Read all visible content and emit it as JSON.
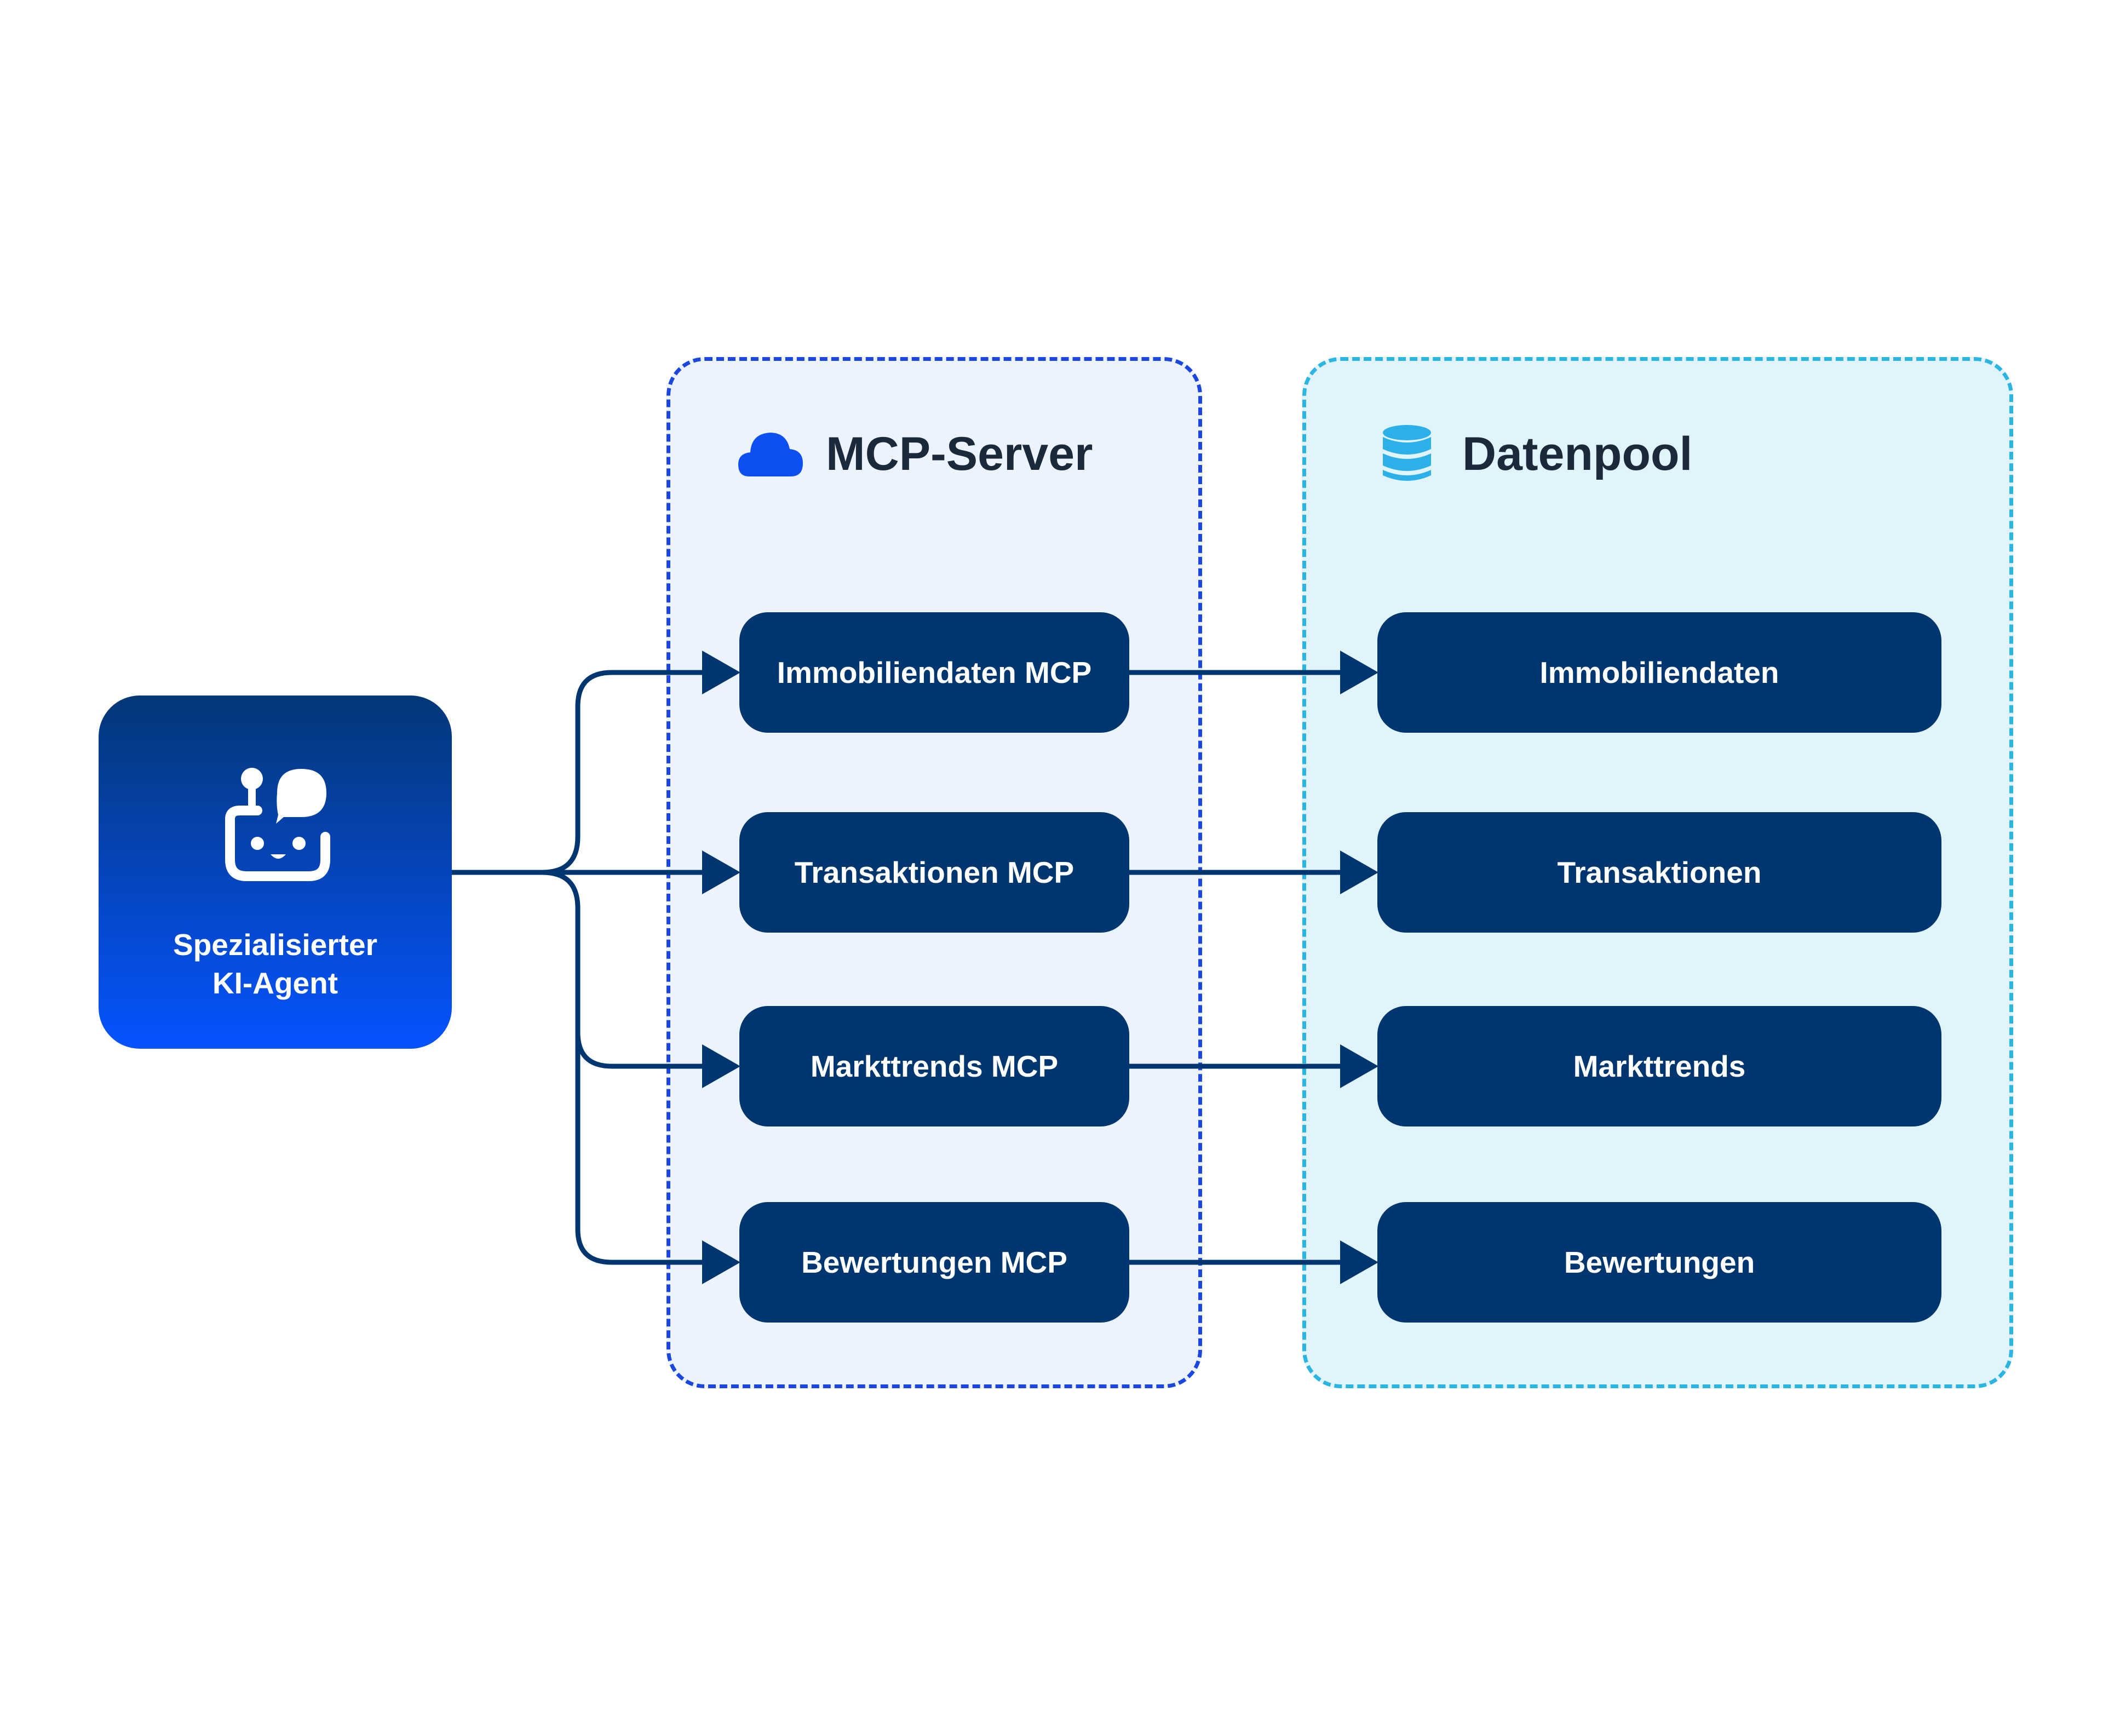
{
  "agent": {
    "label_line1": "Spezialisierter",
    "label_line2": "KI-Agent",
    "icon": "robot-chat-icon"
  },
  "mcp_group": {
    "title": "MCP-Server",
    "icon": "cloud-icon",
    "border_color": "#1a47e0",
    "fill_color": "#edf3fd",
    "nodes": [
      {
        "label": "Immobiliendaten MCP"
      },
      {
        "label": "Transaktionen MCP"
      },
      {
        "label": "Markttrends MCP"
      },
      {
        "label": "Bewertungen MCP"
      }
    ]
  },
  "pool_group": {
    "title": "Datenpool",
    "icon": "database-icon",
    "border_color": "#2bb5e3",
    "fill_color": "#e1f4fb",
    "nodes": [
      {
        "label": "Immobiliendaten"
      },
      {
        "label": "Transaktionen"
      },
      {
        "label": "Markttrends"
      },
      {
        "label": "Bewertungen"
      }
    ]
  },
  "colors": {
    "node_fill": "#003670",
    "connector": "#003670",
    "agent_gradient_top": "#043777",
    "agent_gradient_bottom": "#0653ff"
  }
}
